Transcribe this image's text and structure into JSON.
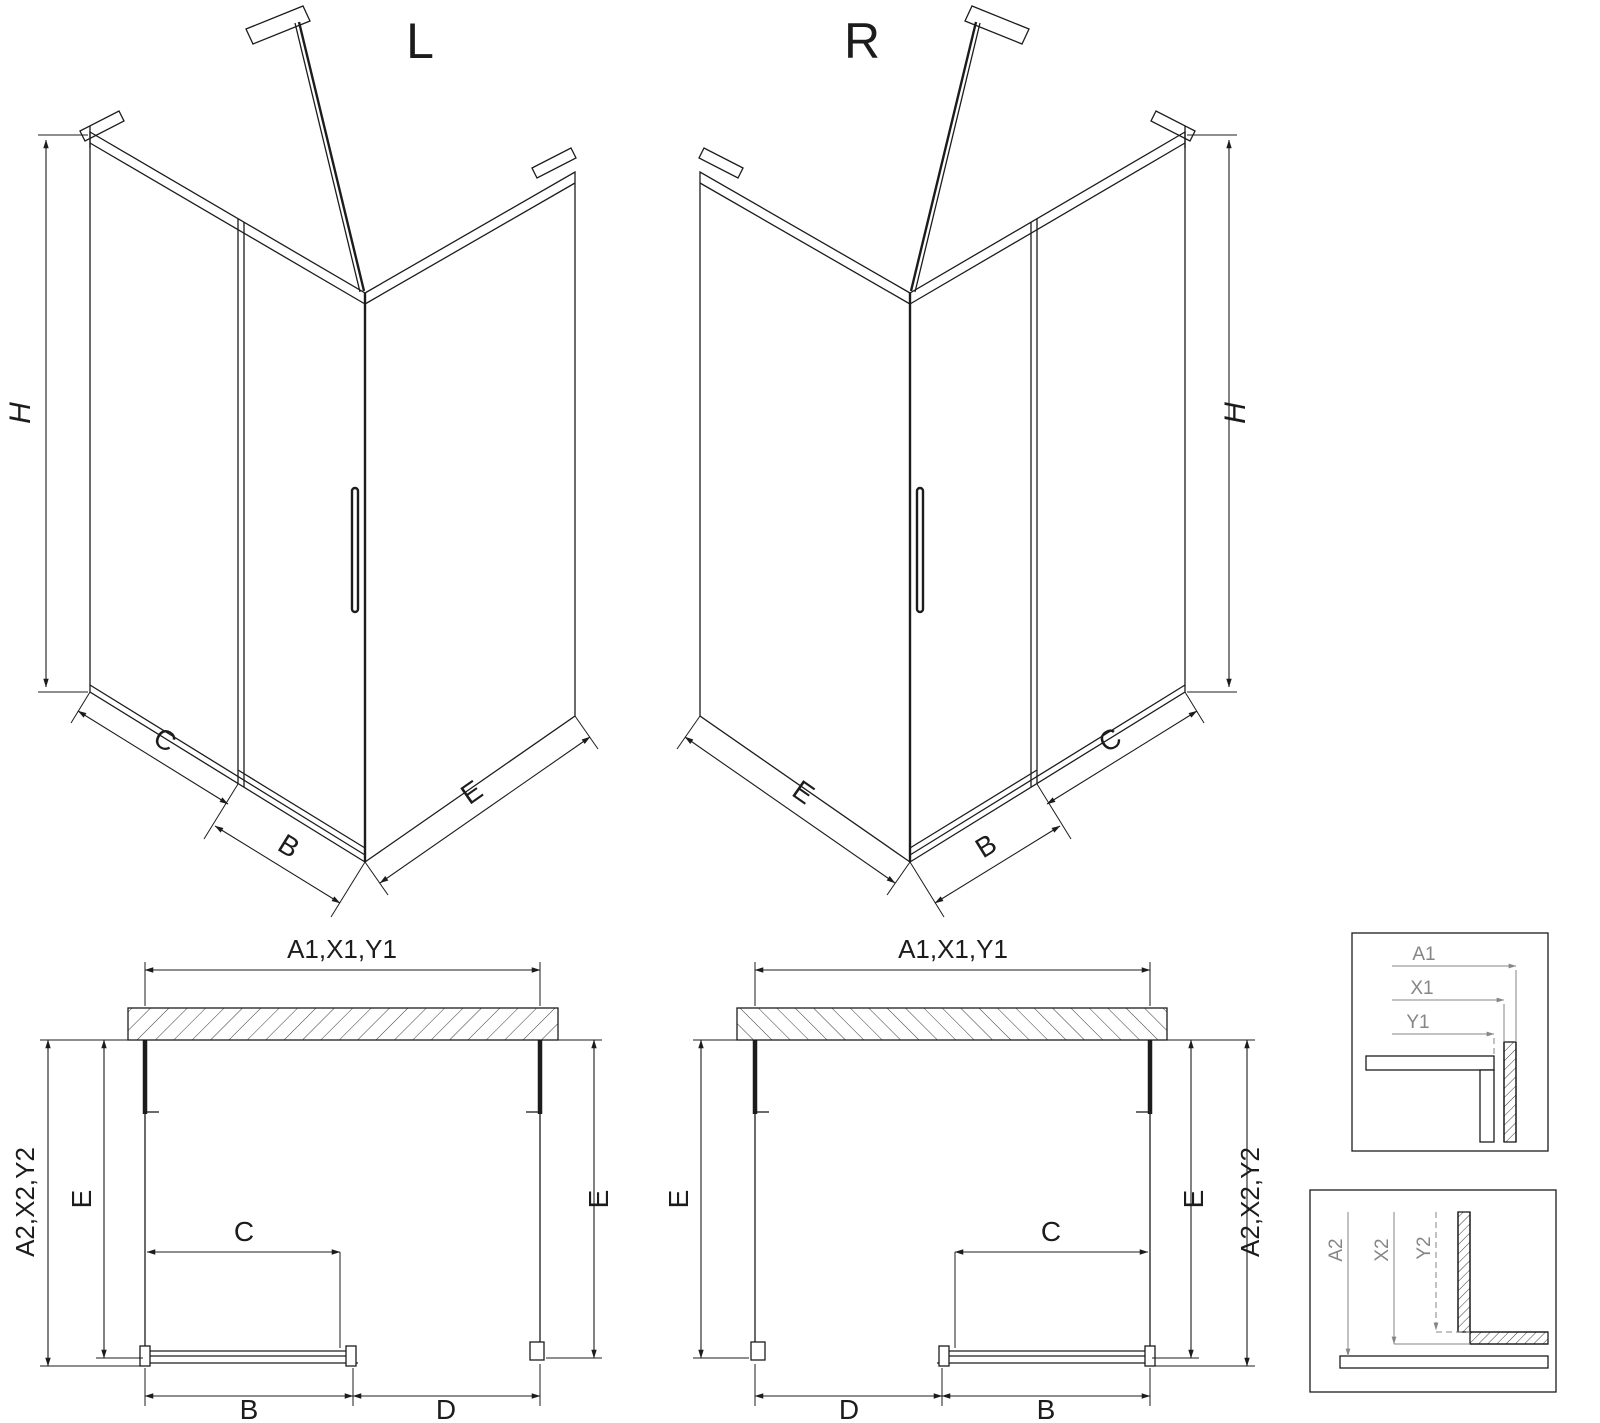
{
  "iso_left": {
    "view_label": "L",
    "dims": {
      "h": "H",
      "c": "C",
      "b": "B",
      "e": "E"
    }
  },
  "iso_right": {
    "view_label": "R",
    "dims": {
      "h": "H",
      "c": "C",
      "b": "B",
      "e": "E"
    }
  },
  "plan_left": {
    "dims": {
      "top": "A1,X1,Y1",
      "outer": "A2,X2,Y2",
      "e_left": "E",
      "e_right": "E",
      "c": "C",
      "b": "B",
      "d": "D"
    }
  },
  "plan_right": {
    "dims": {
      "top": "A1,X1,Y1",
      "outer": "A2,X2,Y2",
      "e_left": "E",
      "e_right": "E",
      "c": "C",
      "b": "B",
      "d": "D"
    }
  },
  "detail_top": {
    "dims": {
      "a1": "A1",
      "x1": "X1",
      "y1": "Y1"
    }
  },
  "detail_bottom": {
    "dims": {
      "a2": "A2",
      "x2": "X2",
      "y2": "Y2"
    }
  },
  "colors": {
    "line": "#1c1c1c",
    "detail_label": "#868686",
    "background": "#ffffff"
  }
}
